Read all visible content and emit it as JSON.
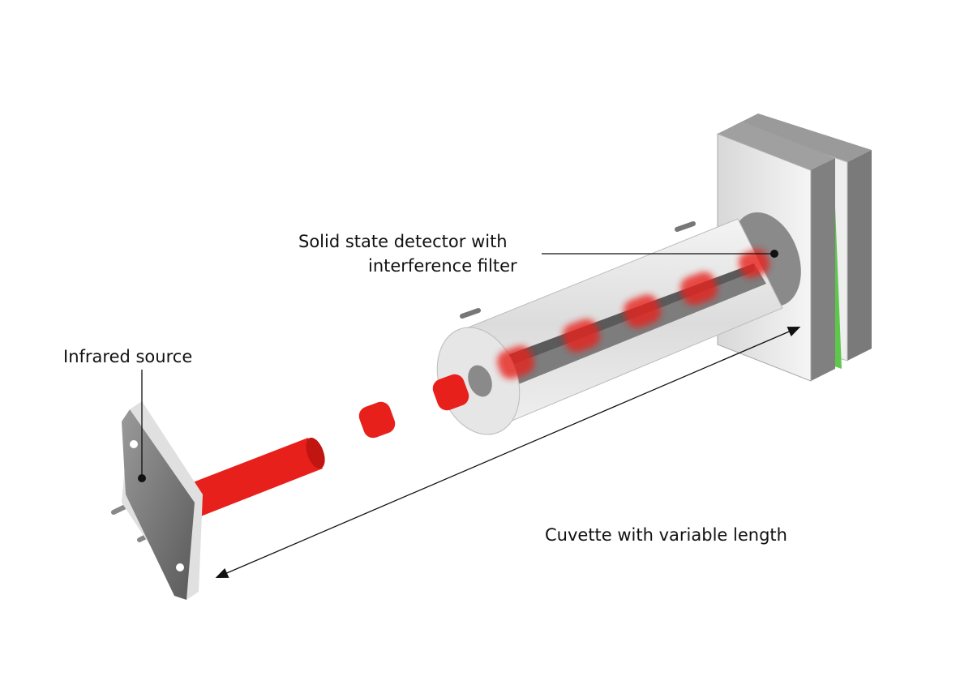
{
  "labels": {
    "detector_line1": "Solid state detector with",
    "detector_line2": "interference filter",
    "source": "Infrared source",
    "cuvette": "Cuvette with variable length"
  },
  "colors": {
    "beam": "#e8201c",
    "filter": "#4cc23a",
    "metal": "#c8c8c8",
    "dark_metal": "#6e6e6e"
  }
}
